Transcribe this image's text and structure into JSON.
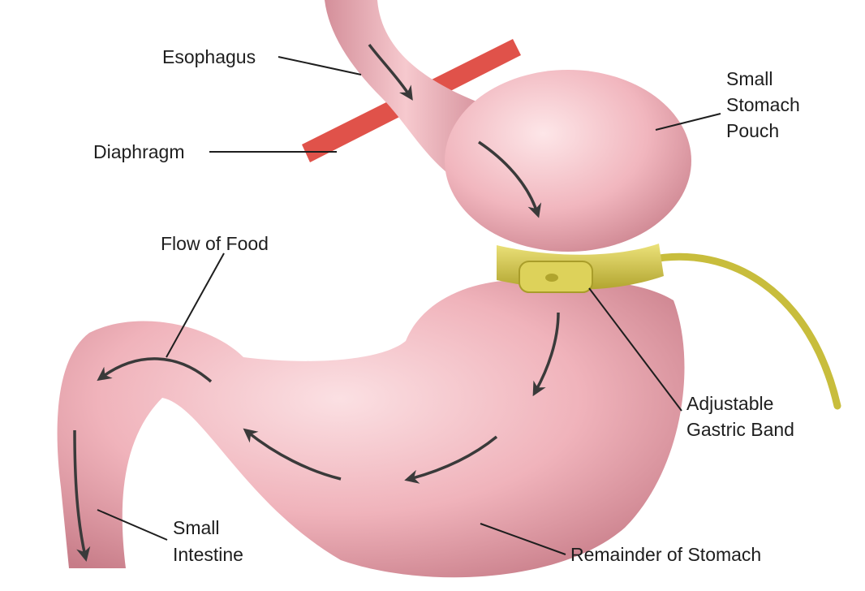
{
  "title": "Adjustable Gastric Band diagram",
  "labels": {
    "esophagus": "Esophagus",
    "diaphragm": "Diaphragm",
    "pouch": [
      "Small",
      "Stomach",
      "Pouch"
    ],
    "flow": "Flow of Food",
    "band": [
      "Adjustable",
      "Gastric Band"
    ],
    "intestine": [
      "Small",
      "Intestine"
    ],
    "remainder": "Remainder of Stomach"
  },
  "colors": {
    "tissue": "#f2b9c0",
    "tissue_shade": "#d98c98",
    "diaphragm": "#e0524a",
    "band": "#d6cc4a",
    "arrow": "#3a3a3a"
  }
}
